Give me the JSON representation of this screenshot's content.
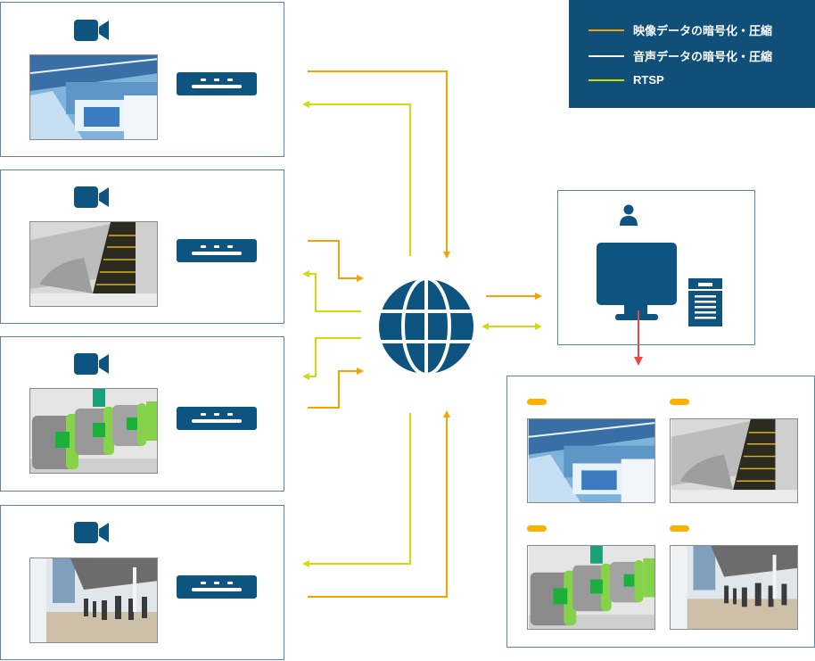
{
  "legend": {
    "items": [
      {
        "label": "映像データの暗号化・圧縮",
        "color": "#f5a300",
        "key": "video"
      },
      {
        "label": "音声データの暗号化・圧縮",
        "color": "#ffffff",
        "key": "audio"
      },
      {
        "label": "RTSP",
        "color": "#cfdc0a",
        "key": "rtsp"
      }
    ],
    "background": "#0f4f78"
  },
  "colors": {
    "primary": "#0e5480",
    "video_arrow": "#f5a300",
    "rtsp_arrow": "#cfdc0a",
    "output_arrow": "#e04a4a",
    "tag": "#fbb100"
  },
  "cameras": [
    {
      "icon": "video-camera-icon",
      "scene": "subway-platform",
      "encoder": "encoder-device-icon"
    },
    {
      "icon": "video-camera-icon",
      "scene": "escalator",
      "encoder": "encoder-device-icon"
    },
    {
      "icon": "video-camera-icon",
      "scene": "ticket-gates",
      "encoder": "encoder-device-icon"
    },
    {
      "icon": "video-camera-icon",
      "scene": "station-concourse",
      "encoder": "encoder-device-icon"
    }
  ],
  "network": {
    "icon": "globe-icon"
  },
  "viewer": {
    "icons": [
      "user-icon",
      "monitor-icon",
      "document-icon"
    ]
  },
  "monitor_grid": {
    "tiles": [
      {
        "scene": "subway-platform"
      },
      {
        "scene": "escalator"
      },
      {
        "scene": "ticket-gates"
      },
      {
        "scene": "station-concourse"
      }
    ]
  }
}
